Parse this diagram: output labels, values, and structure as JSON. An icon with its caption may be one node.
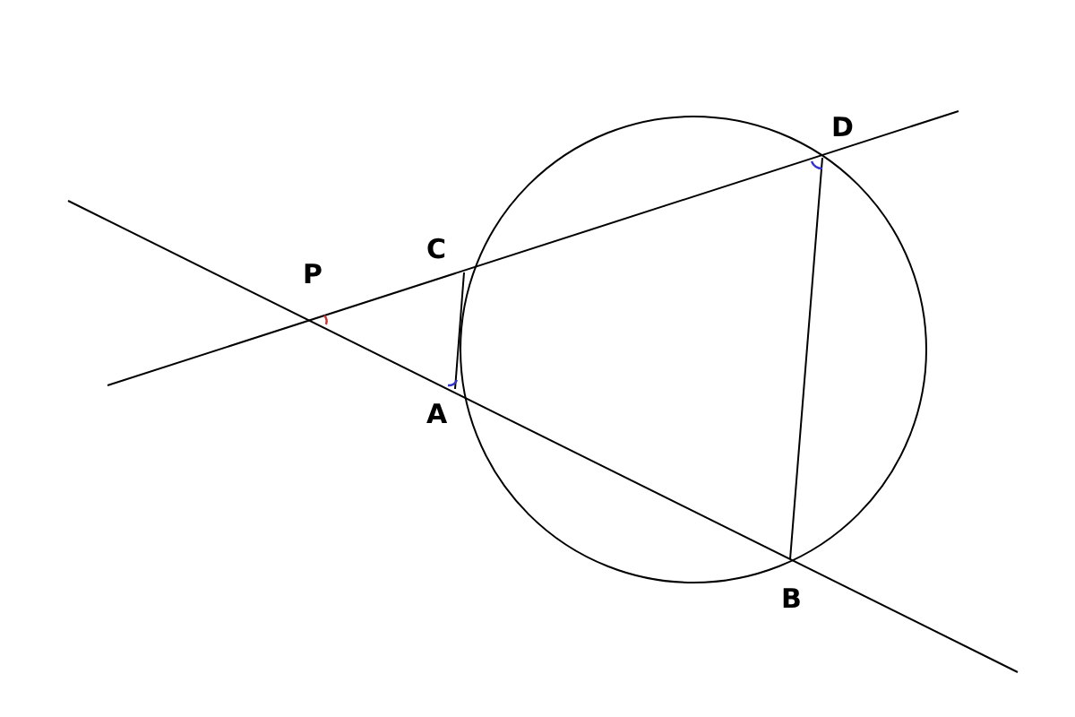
{
  "diagram": {
    "labels": [
      "D",
      "C",
      "P",
      "A",
      "B"
    ]
  }
}
